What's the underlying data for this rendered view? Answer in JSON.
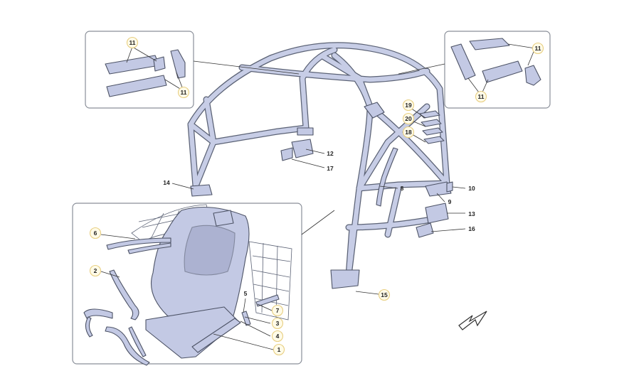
{
  "diagram": {
    "callouts": {
      "c1": "1",
      "c2": "2",
      "c3": "3",
      "c4": "4",
      "c5": "5",
      "c6": "6",
      "c7": "7",
      "c8": "8",
      "c9": "9",
      "c10": "10",
      "c11a": "11",
      "c11b": "11",
      "c11c": "11",
      "c11d": "11",
      "c12": "12",
      "c13": "13",
      "c14": "14",
      "c15": "15",
      "c16": "16",
      "c17": "17",
      "c18": "18",
      "c19": "19",
      "c20": "20"
    },
    "icons": {
      "direction": "front-direction-arrow-icon"
    },
    "colors": {
      "part_fill": "#c3c9e4",
      "outline": "#4d5366",
      "callout_ring": "#e8cf82"
    }
  }
}
